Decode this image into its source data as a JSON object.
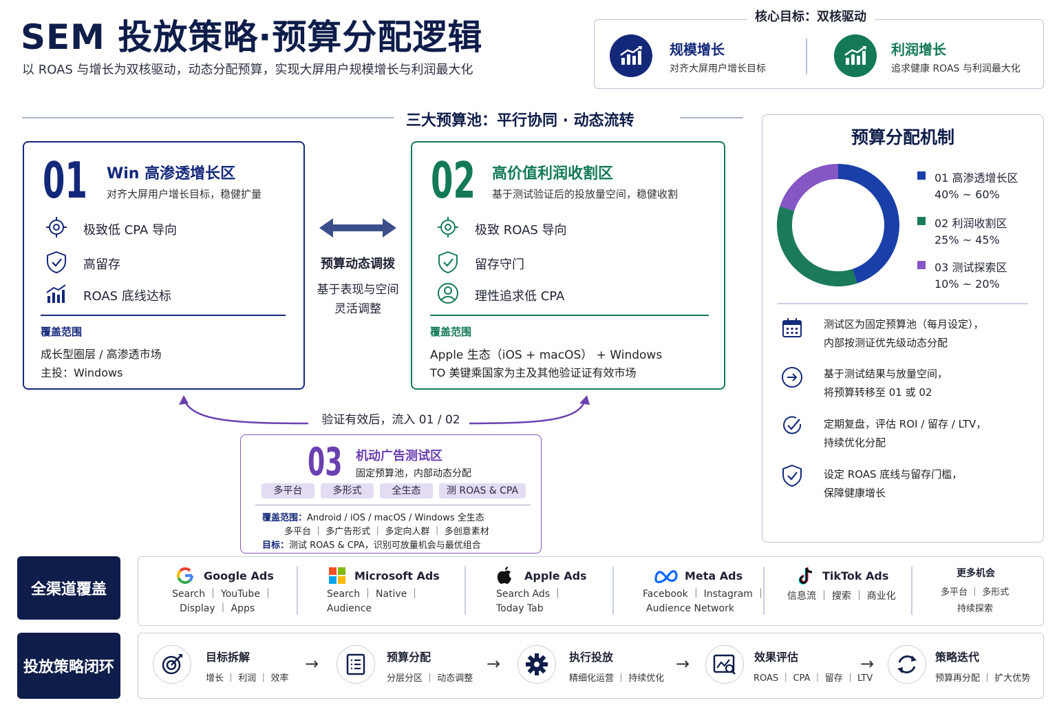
{
  "header": {
    "title": "SEM 投放策略·预算分配逻辑",
    "subtitle": "以 ROAS 与增长为双核驱动，动态分配预算，实现大屏用户规模增长与利润最大化"
  },
  "goals": {
    "caption": "核心目标：双核驱动",
    "items": [
      {
        "title": "规模增长",
        "desc": "对齐大屏用户增长目标"
      },
      {
        "title": "利润增长",
        "desc": "追求健康 ROAS 与利润最大化"
      }
    ]
  },
  "pools_title": "三大预算池：平行协同 · 动态流转",
  "pool1": {
    "num": "01",
    "title": "Win 高渗透增长区",
    "desc": "对齐大屏用户增长目标，稳健扩量",
    "features": [
      "极致低 CPA 导向",
      "高留存",
      "ROAS 底线达标"
    ],
    "scope_label": "覆盖范围",
    "scope": [
      "成长型圈层 / 高渗透市场",
      "主投：Windows"
    ]
  },
  "pool2": {
    "num": "02",
    "title": "高价值利润收割区",
    "desc": "基于测试验证后的投放量空间，稳健收割",
    "features": [
      "极致 ROAS 导向",
      "留存守门",
      "理性追求低 CPA"
    ],
    "scope_label": "覆盖范围",
    "scope": [
      "Apple 生态（iOS + macOS） + Windows",
      "TO 美键乘国家为主及其他验证证有效市场"
    ]
  },
  "middle": {
    "title": "预算动态调拨",
    "lines": [
      "基于表现与空间",
      "灵活调整"
    ]
  },
  "flow_label": "验证有效后，流入 01 / 02",
  "pool3": {
    "num": "03",
    "title": "机动广告测试区",
    "desc": "固定预算池，内部动态分配",
    "chips": [
      "多平台",
      "多形式",
      "全生态",
      "测 ROAS & CPA"
    ],
    "scope_label": "覆盖范围：",
    "scope": "Android / iOS / macOS / Windows 全生态",
    "scope2": "多平台 ｜ 多广告形式 ｜ 多定向人群 ｜ 多创意素材",
    "goal_label": "目标：",
    "goal": "测试 ROAS & CPA，识别可放量机会与最优组合"
  },
  "mechanism": {
    "title": "预算分配机制",
    "legend": [
      {
        "label": "01 高渗透增长区",
        "range": "40% ~ 60%",
        "color": "#1a3fa8"
      },
      {
        "label": "02 利润收割区",
        "range": "25% ~ 45%",
        "color": "#1b7a5c"
      },
      {
        "label": "03 测试探索区",
        "range": "10% ~ 20%",
        "color": "#8457c4"
      }
    ],
    "rules": [
      [
        "测试区为固定预算池（每月设定），",
        "内部按测证优先级动态分配"
      ],
      [
        "基于测试结果与放量空间，",
        "将预算转移至 01 或 02"
      ],
      [
        "定期复盘，评估 ROI / 留存 / LTV，",
        "持续优化分配"
      ],
      [
        "设定 ROAS 底线与留存门槛，",
        "保障健康增长"
      ]
    ]
  },
  "chart_data": {
    "type": "pie",
    "categories": [
      "01 高渗透增长区",
      "02 利润收割区",
      "03 测试探索区"
    ],
    "values": [
      45,
      35,
      20
    ]
  },
  "channels": {
    "label": "全渠道覆盖",
    "items": [
      {
        "name": "Google Ads",
        "sub1": "Search ｜ YouTube ｜",
        "sub2": "Display ｜ Apps"
      },
      {
        "name": "Microsoft Ads",
        "sub1": "Search ｜ Native ｜",
        "sub2": "Audience"
      },
      {
        "name": "Apple Ads",
        "sub1": "Search Ads ｜",
        "sub2": "Today Tab"
      },
      {
        "name": "Meta Ads",
        "sub1": "Facebook ｜ Instagram ｜",
        "sub2": "Audience Network"
      },
      {
        "name": "TikTok Ads",
        "sub1": "信息流 ｜ 搜索 ｜ 商业化",
        "sub2": ""
      },
      {
        "name": "更多机会",
        "sub1": "多平台 ｜ 多形式",
        "sub2": "持续探索"
      }
    ]
  },
  "loop": {
    "label": "投放策略闭环",
    "steps": [
      {
        "title": "目标拆解",
        "sub": "增长 ｜ 利润 ｜ 效率"
      },
      {
        "title": "预算分配",
        "sub": "分层分区 ｜ 动态调整"
      },
      {
        "title": "执行投放",
        "sub": "精细化运营 ｜ 持续优化"
      },
      {
        "title": "效果评估",
        "sub": "ROAS ｜ CPA ｜ 留存 ｜ LTV"
      },
      {
        "title": "策略迭代",
        "sub": "预算再分配 ｜ 扩大优势"
      }
    ],
    "arrow": "→"
  }
}
